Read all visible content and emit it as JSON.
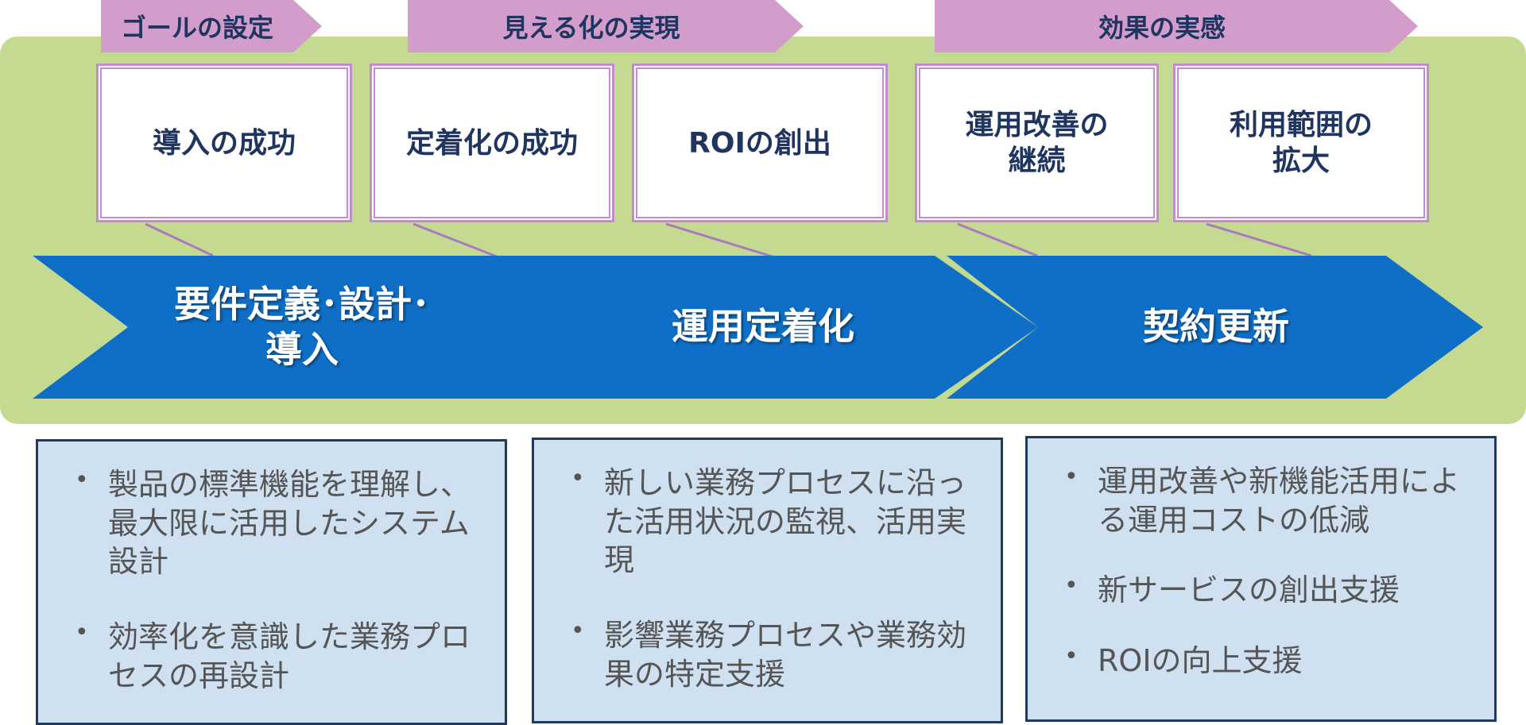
{
  "colors": {
    "panel": "#c5da91",
    "tag": "#d39dcb",
    "goal_border": "#c58bd0",
    "phase": "#0f6fc6",
    "text_dark": "#1f3560",
    "desc_bg": "#cfe0f1",
    "desc_border": "#1f3a5f",
    "desc_text": "#555555"
  },
  "tags": [
    {
      "label": "ゴールの設定"
    },
    {
      "label": "見える化の実現"
    },
    {
      "label": "効果の実感"
    }
  ],
  "goals": [
    {
      "label": "導入の成功"
    },
    {
      "label": "定着化の成功"
    },
    {
      "label": "ROIの創出"
    },
    {
      "label": "運用改善の\n継続"
    },
    {
      "label": "利用範囲の\n拡大"
    }
  ],
  "phases": [
    {
      "label": "要件定義･設計･\n導入"
    },
    {
      "label": "運用定着化"
    },
    {
      "label": "契約更新"
    }
  ],
  "descriptions": [
    {
      "items": [
        "製品の標準機能を理解し、最大限に活用したシステム設計",
        "効率化を意識した業務プロセスの再設計"
      ]
    },
    {
      "items": [
        "新しい業務プロセスに沿った活用状況の監視、活用実現",
        "影響業務プロセスや業務効果の特定支援"
      ]
    },
    {
      "items": [
        "運用改善や新機能活用による運用コストの低減",
        "新サービスの創出支援",
        "ROIの向上支援"
      ]
    }
  ]
}
